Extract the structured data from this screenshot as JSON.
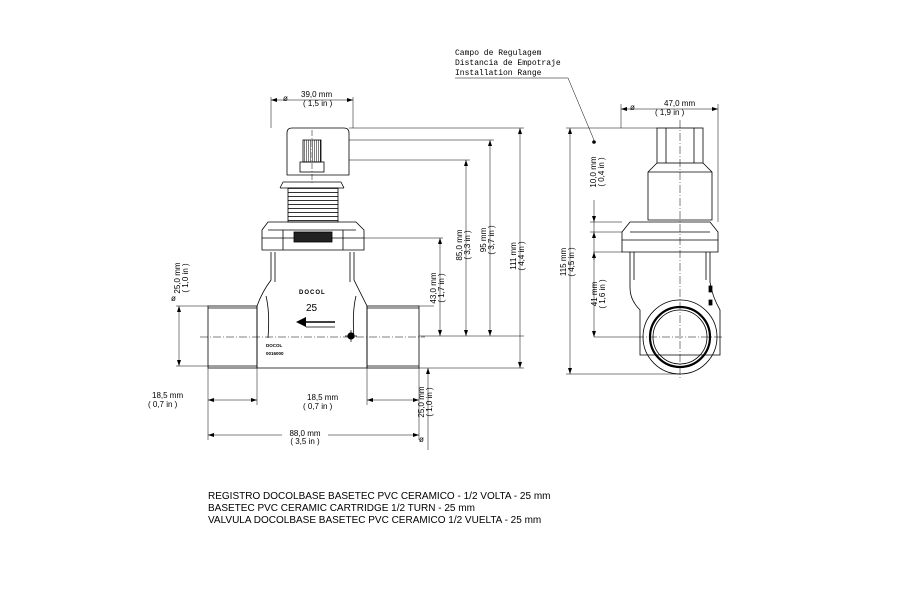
{
  "front_view": {
    "dim_top_diameter": "39,0 mm",
    "dim_top_diameter_in": "( 1,5 in )",
    "dim_left_diameter": "25,0 mm",
    "dim_left_diameter_in": "( 1,0 in )",
    "dim_85": "85,0 mm",
    "dim_85_in": "( 3,3 in )",
    "dim_95": "95 mm",
    "dim_95_in": "( 3,7 in )",
    "dim_111": "111 mm",
    "dim_111_in": "( 4,4 in )",
    "dim_43": "43,0 mm",
    "dim_43_in": "( 1,7 in )",
    "dim_left_socket": "18,5 mm",
    "dim_left_socket_in": "( 0,7 in )",
    "dim_right_socket": "18,5 mm",
    "dim_right_socket_in": "( 0,7 in )",
    "dim_width": "88,0 mm",
    "dim_width_in": "( 3,5 in )",
    "dim_bottom_diameter": "25,0 mm",
    "dim_bottom_diameter_in": "( 1,0 in )",
    "diameter_symbol": "ø",
    "brand_mark": "DOCOL",
    "size_mark": "25",
    "small_brand_mark": "DOCOL",
    "small_code_mark": "0016000"
  },
  "side_view": {
    "callout_line1": "Campo de Regulagem",
    "callout_line2": "Distancia de Empotraje",
    "callout_line3": "Installation Range",
    "dim_top_diameter": "47,0 mm",
    "dim_top_diameter_in": "( 1,9 in )",
    "dim_10": "10,0 mm",
    "dim_10_in": "( 0,4 in )",
    "dim_115": "115 mm",
    "dim_115_in": "( 4,5 in )",
    "dim_41": "41 mm",
    "dim_41_in": "( 1,6 in )",
    "diameter_symbol": "ø"
  },
  "caption": {
    "line1": "REGISTRO DOCOLBASE BASETEC PVC CERAMICO - 1/2 VOLTA - 25 mm",
    "line2": "BASETEC PVC CERAMIC CARTRIDGE 1/2 TURN - 25 mm",
    "line3": "VALVULA DOCOLBASE BASETEC PVC CERAMICO 1/2 VUELTA - 25 mm"
  }
}
